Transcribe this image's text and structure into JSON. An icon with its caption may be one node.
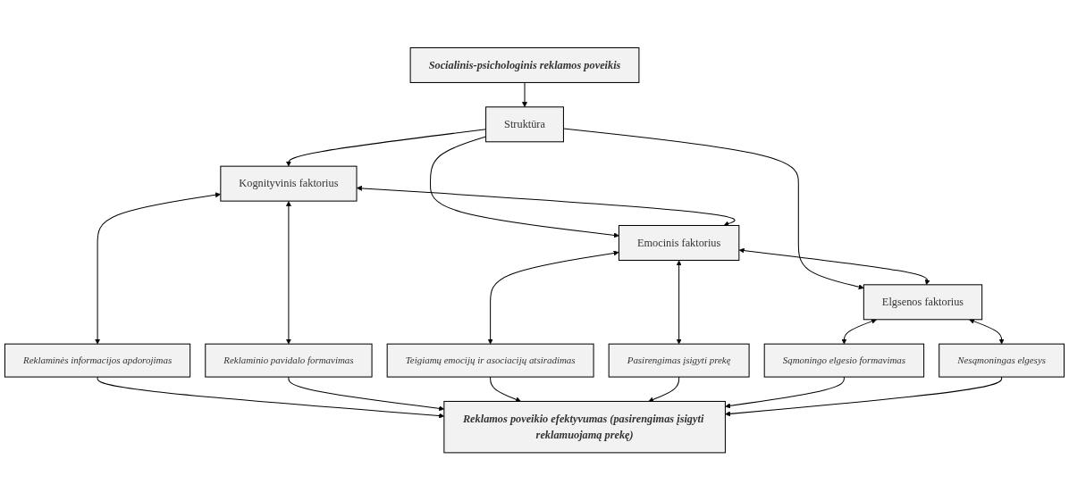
{
  "diagram": {
    "nodes": [
      {
        "text": [
          "Socialinis-psichologinis reklamos poveikis"
        ]
      },
      {
        "text": [
          "Struktūra"
        ]
      },
      {
        "text": [
          "Kognityvinis faktorius"
        ]
      },
      {
        "text": [
          "Emocinis faktorius"
        ]
      },
      {
        "text": [
          "Elgsenos faktorius"
        ]
      },
      {
        "text": [
          "Reklaminės informacijos apdorojimas"
        ]
      },
      {
        "text": [
          "Reklaminio pavidalo formavimas"
        ]
      },
      {
        "text": [
          "Teigiamų emocijų ir asociacijų atsiradimas"
        ]
      },
      {
        "text": [
          "Pasirengimas įsigyti prekę"
        ]
      },
      {
        "text": [
          "Sąmoningo elgesio formavimas"
        ]
      },
      {
        "text": [
          "Nesąmoningas elgesys"
        ]
      },
      {
        "text": [
          "Reklamos poveikio efektyvumas (pasirengimas įsigyti reklamuojamą prekę)"
        ]
      }
    ],
    "edges": [
      {
        "from": 0,
        "to": 1,
        "arrow": "to"
      },
      {
        "from": 1,
        "to": 2,
        "arrow": "to"
      },
      {
        "from": 1,
        "to": 3,
        "arrow": "to"
      },
      {
        "from": 1,
        "to": 4,
        "arrow": "to"
      },
      {
        "from": 2,
        "to": 3,
        "arrow": "both"
      },
      {
        "from": 3,
        "to": 4,
        "arrow": "both"
      },
      {
        "from": 2,
        "to": 5,
        "arrow": "both"
      },
      {
        "from": 2,
        "to": 6,
        "arrow": "both"
      },
      {
        "from": 3,
        "to": 7,
        "arrow": "both"
      },
      {
        "from": 3,
        "to": 8,
        "arrow": "both"
      },
      {
        "from": 4,
        "to": 9,
        "arrow": "both"
      },
      {
        "from": 4,
        "to": 10,
        "arrow": "both"
      },
      {
        "from": 5,
        "to": 11,
        "arrow": "to"
      },
      {
        "from": 6,
        "to": 11,
        "arrow": "to"
      },
      {
        "from": 7,
        "to": 11,
        "arrow": "to"
      },
      {
        "from": 8,
        "to": 11,
        "arrow": "to"
      },
      {
        "from": 9,
        "to": 11,
        "arrow": "to"
      },
      {
        "from": 10,
        "to": 11,
        "arrow": "to"
      }
    ]
  }
}
